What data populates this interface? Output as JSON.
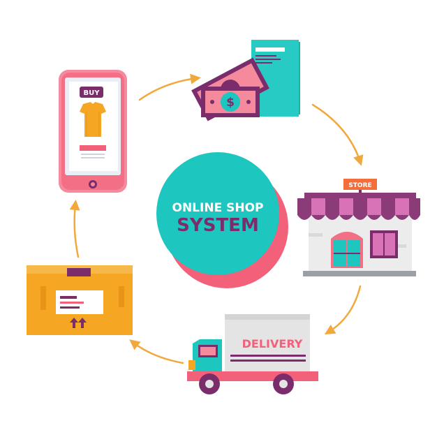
{
  "center": {
    "line1": "ONLINE SHOP",
    "line2": "SYSTEM"
  },
  "phone": {
    "buy_label": "BUY"
  },
  "store": {
    "sign_label": "STORE"
  },
  "truck": {
    "side_label": "DELIVERY"
  },
  "colors": {
    "teal": "#1ec6c0",
    "pink": "#f2607a",
    "purple": "#7b2d6b",
    "orange": "#f5a623",
    "arrow": "#f2a93b",
    "gray": "#e4e4e4"
  }
}
